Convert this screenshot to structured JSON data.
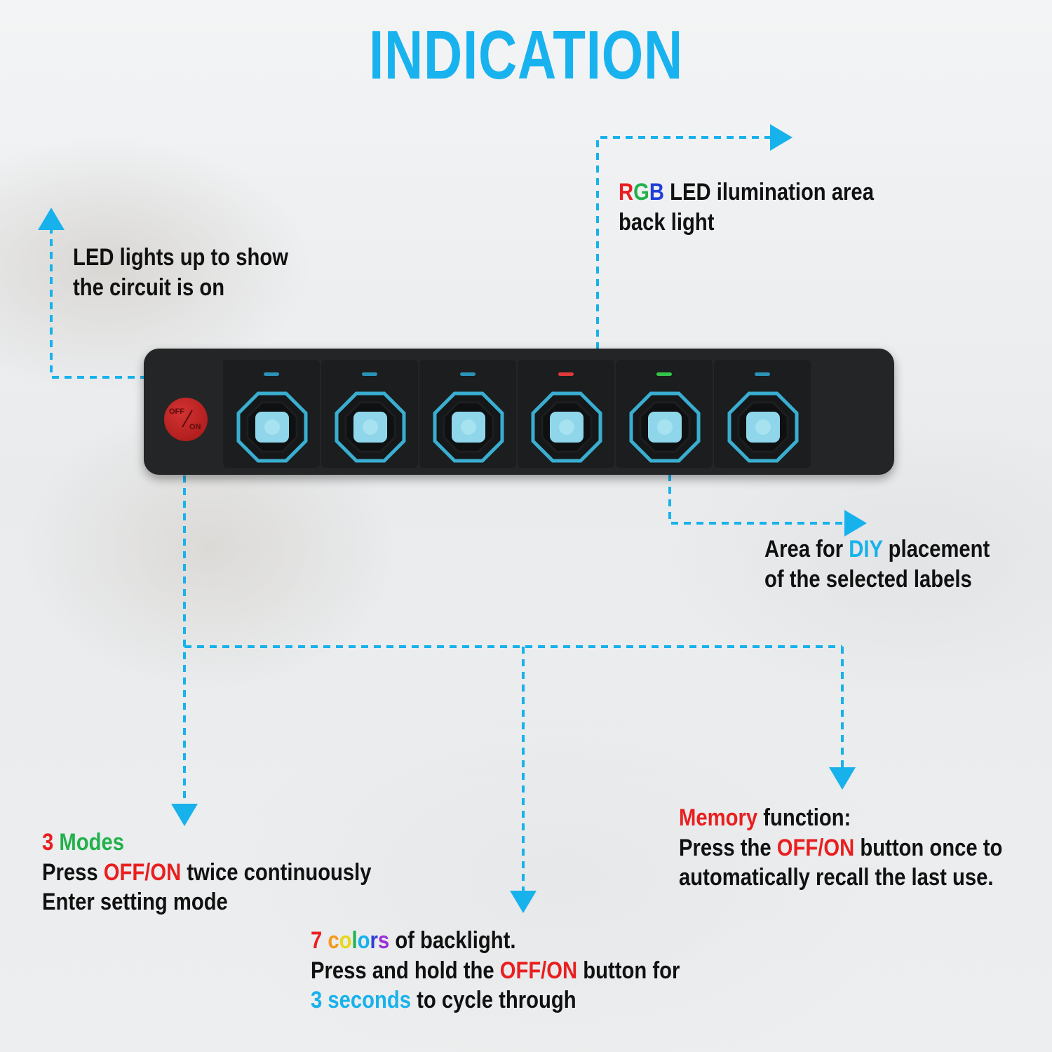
{
  "title": "INDICATION",
  "callouts": {
    "rgb": {
      "r": "R",
      "g": "G",
      "b": "B",
      "rest_line1": " LED ilumination area",
      "line2": "back light"
    },
    "led": {
      "line1": "LED lights up to show",
      "line2": "the circuit is on"
    },
    "diy": {
      "pre": "Area for ",
      "highlight": "DIY",
      "post": " placement",
      "line2": "of the selected labels"
    },
    "modes": {
      "num": "3 ",
      "word": "Modes",
      "pre2": "Press ",
      "offon": "OFF/ON",
      "post2": " twice continuously",
      "line3": "Enter setting mode"
    },
    "memory": {
      "word": "Memory",
      "rest1": " function:",
      "pre2": "Press the ",
      "offon": "OFF/ON",
      "post2": " button once to",
      "line3": "automatically recall the last use."
    },
    "colors": {
      "num": "7 ",
      "c1": "c",
      "c2": "o",
      "c3": "l",
      "c4": "o",
      "c5": "r",
      "c6": "s",
      "post1": " of backlight.",
      "pre2": "Press and hold the ",
      "offon": "OFF/ON",
      "post2": " button for",
      "secs": "3 seconds",
      "post3": " to cycle through"
    }
  },
  "panel": {
    "power_label_off": "OFF",
    "power_label_on": "ON",
    "indicator_colors": [
      "#2a93b8",
      "#2a93b8",
      "#2a93b8",
      "#e23a3a",
      "#35c44a",
      "#2a93b8"
    ]
  },
  "colors": {
    "accent": "#18b3ef",
    "highlight_red": "#e91f1f",
    "panel": "#232526",
    "button_glow": "#8fd6ea"
  }
}
